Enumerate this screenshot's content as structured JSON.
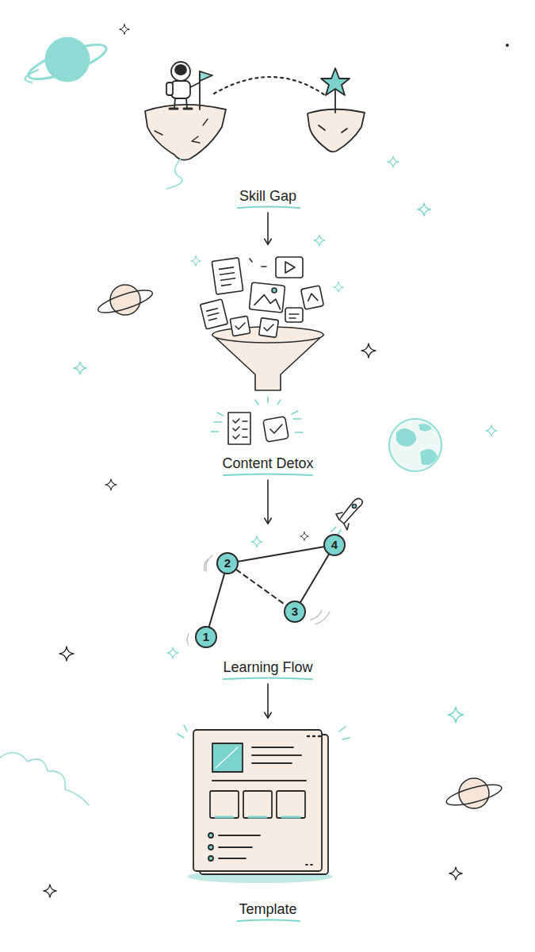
{
  "diagram": {
    "nodes": [
      {
        "text": [
          "Skill Gap"
        ]
      },
      {
        "text": [
          "Content Detox"
        ]
      },
      {
        "text": [
          "Learning Flow"
        ]
      },
      {
        "text": [
          "1"
        ],
        "in": 2
      },
      {
        "text": [
          "2"
        ],
        "in": 2
      },
      {
        "text": [
          "3"
        ],
        "in": 2
      },
      {
        "text": [
          "4"
        ],
        "in": 2
      },
      {
        "text": [
          "Template"
        ]
      }
    ],
    "edges": [
      {
        "from": 0,
        "to": 1,
        "arrow": "to"
      },
      {
        "from": 1,
        "to": 2,
        "arrow": "to"
      },
      {
        "from": 2,
        "to": 7,
        "arrow": "to"
      },
      {
        "from": 3,
        "to": 4,
        "arrow": "none"
      },
      {
        "from": 4,
        "to": 6,
        "arrow": "none"
      },
      {
        "from": 4,
        "to": 5,
        "arrow": "none"
      },
      {
        "from": 5,
        "to": 6,
        "arrow": "none"
      }
    ]
  }
}
